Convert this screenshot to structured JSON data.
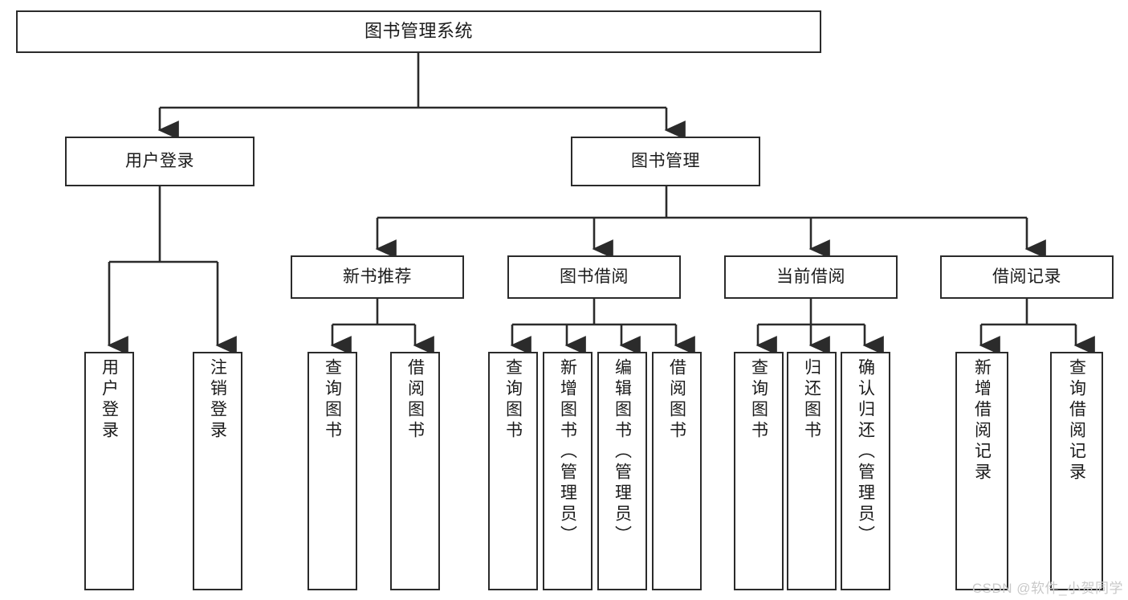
{
  "diagram": {
    "type": "tree",
    "title": "图书管理系统",
    "orientation": "top-down",
    "stroke_color": "#2b2b2b",
    "fill_color": "#ffffff",
    "text_color": "#1b1b1b",
    "root": {
      "label": "图书管理系统"
    },
    "level2": [
      {
        "label": "用户登录"
      },
      {
        "label": "图书管理"
      }
    ],
    "level3": [
      {
        "label": "新书推荐"
      },
      {
        "label": "图书借阅"
      },
      {
        "label": "当前借阅"
      },
      {
        "label": "借阅记录"
      }
    ],
    "leaves": {
      "user_login": [
        {
          "label": "用户登录"
        },
        {
          "label": "注销登录"
        }
      ],
      "new_book": [
        {
          "label": "查询图书"
        },
        {
          "label": "借阅图书"
        }
      ],
      "book_borrow": [
        {
          "label": "查询图书"
        },
        {
          "label": "新增图书（管理员）"
        },
        {
          "label": "编辑图书（管理员）"
        },
        {
          "label": "借阅图书"
        }
      ],
      "current_borrow": [
        {
          "label": "查询图书"
        },
        {
          "label": "归还图书"
        },
        {
          "label": "确认归还（管理员）"
        }
      ],
      "borrow_record": [
        {
          "label": "新增借阅记录"
        },
        {
          "label": "查询借阅记录"
        }
      ]
    }
  },
  "watermark": {
    "text": "CSDN @软件_小贺同学",
    "color": "#c9c9c9"
  }
}
